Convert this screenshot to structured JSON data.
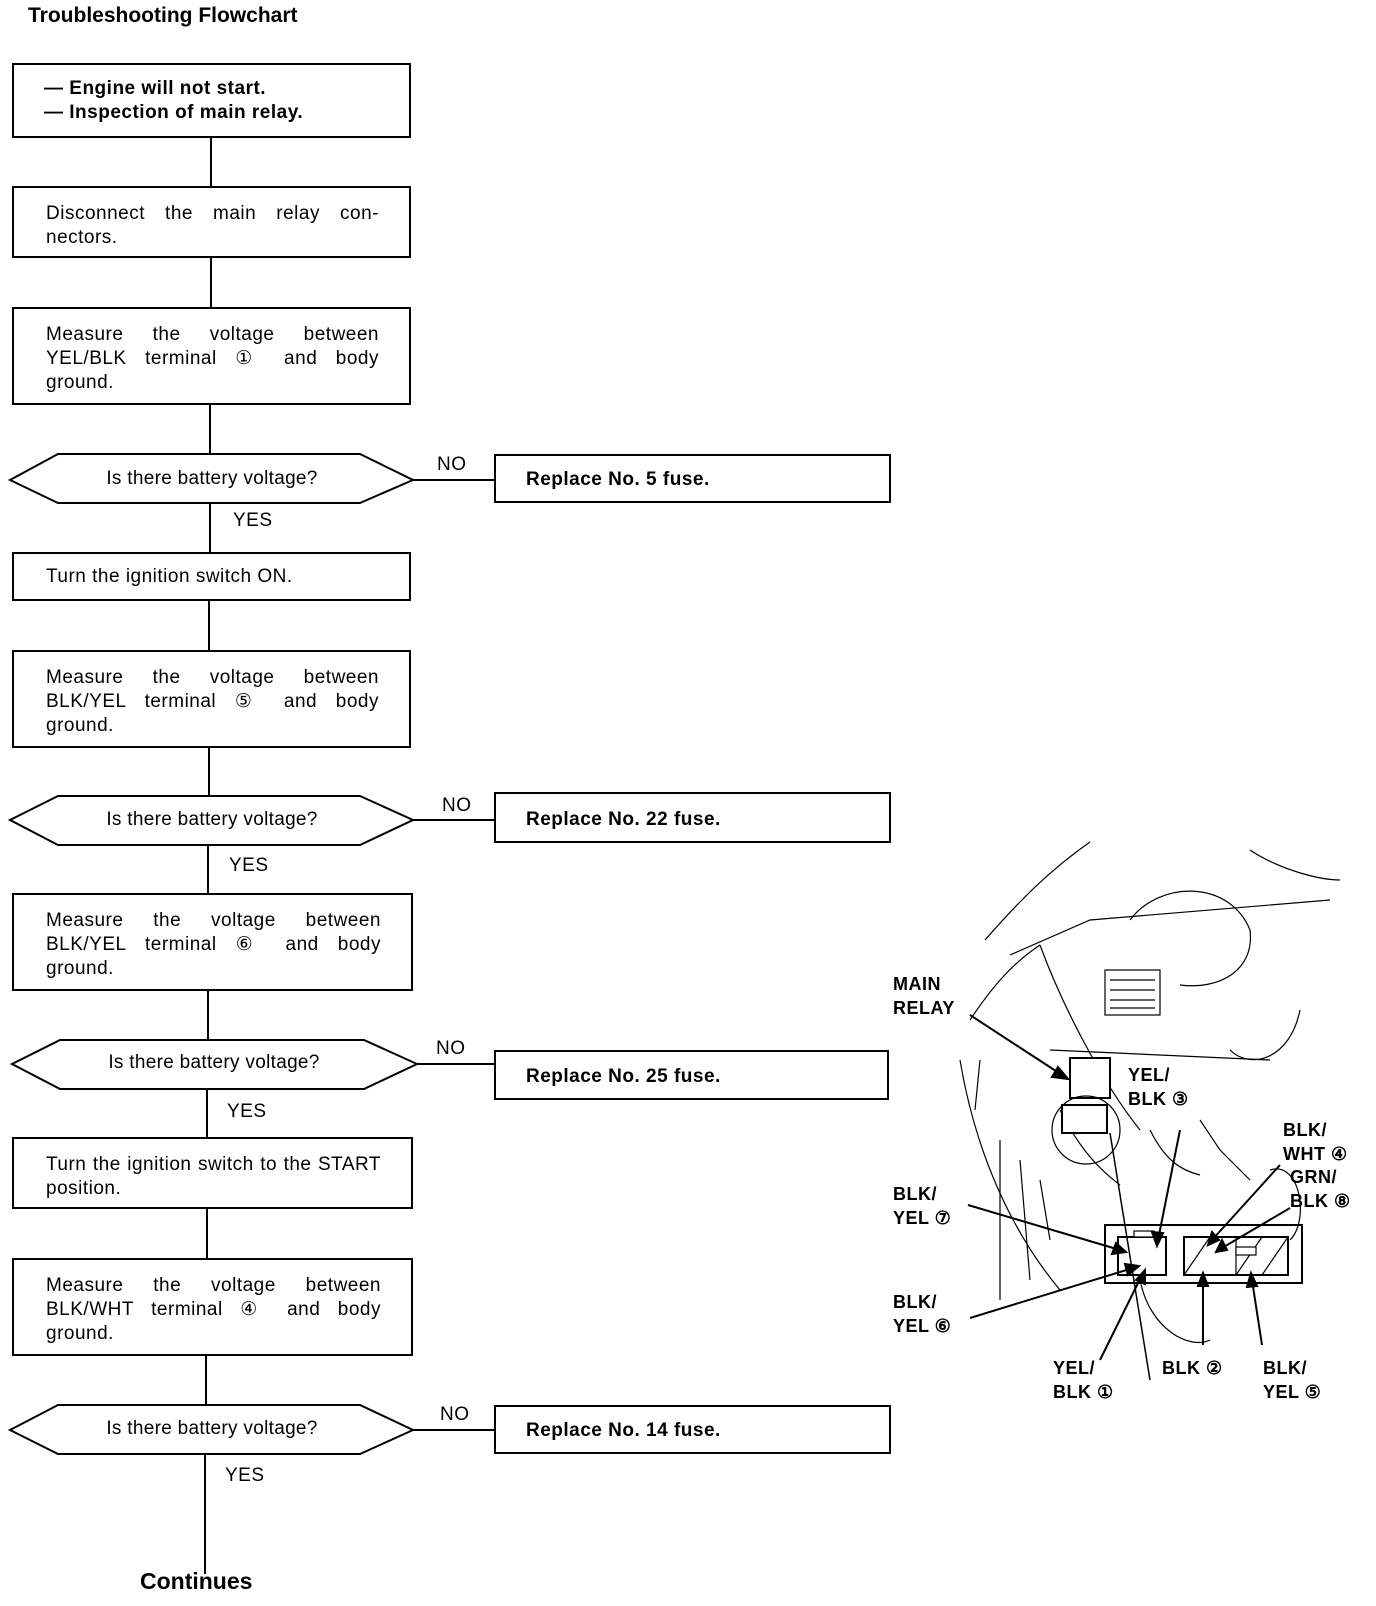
{
  "title": "Troubleshooting Flowchart",
  "start": [
    "—  Engine will not start.",
    "—  Inspection of main relay."
  ],
  "steps": {
    "s1": "Disconnect the main relay con-nectors.",
    "s2": "Measure the voltage between YEL/BLK terminal ① and body ground.",
    "s3": "Turn the ignition switch ON.",
    "s4": "Measure the voltage between BLK/YEL terminal ⑤ and body ground.",
    "s5": "Measure the voltage between BLK/YEL terminal ⑥ and body ground.",
    "s6": "Turn the ignition switch to the START position.",
    "s7": "Measure the voltage between BLK/WHT terminal ④ and body ground."
  },
  "decisions": {
    "d1": "Is there battery voltage?",
    "d2": "Is there battery voltage?",
    "d3": "Is there battery voltage?",
    "d4": "Is there battery voltage?"
  },
  "fixes": {
    "f1": "Replace No. 5 fuse.",
    "f2": "Replace No. 22 fuse.",
    "f3": "Replace No. 25 fuse.",
    "f4": "Replace No. 14 fuse."
  },
  "branch": {
    "no": "NO",
    "yes": "YES"
  },
  "continues": "Continues",
  "callouts": {
    "main_relay": [
      "MAIN",
      "RELAY"
    ],
    "yel_blk_3": [
      "YEL/",
      "BLK ③"
    ],
    "blk_wht_4": [
      "BLK/",
      "WHT ④"
    ],
    "grn_blk_8": [
      "GRN/",
      "BLK ⑧"
    ],
    "blk_yel_7": [
      "BLK/",
      "YEL ⑦"
    ],
    "blk_yel_6": [
      "BLK/",
      "YEL ⑥"
    ],
    "yel_blk_1": [
      "YEL/",
      "BLK ①"
    ],
    "blk_2": [
      "BLK ②"
    ],
    "blk_yel_5": [
      "BLK/",
      "YEL ⑤"
    ]
  }
}
